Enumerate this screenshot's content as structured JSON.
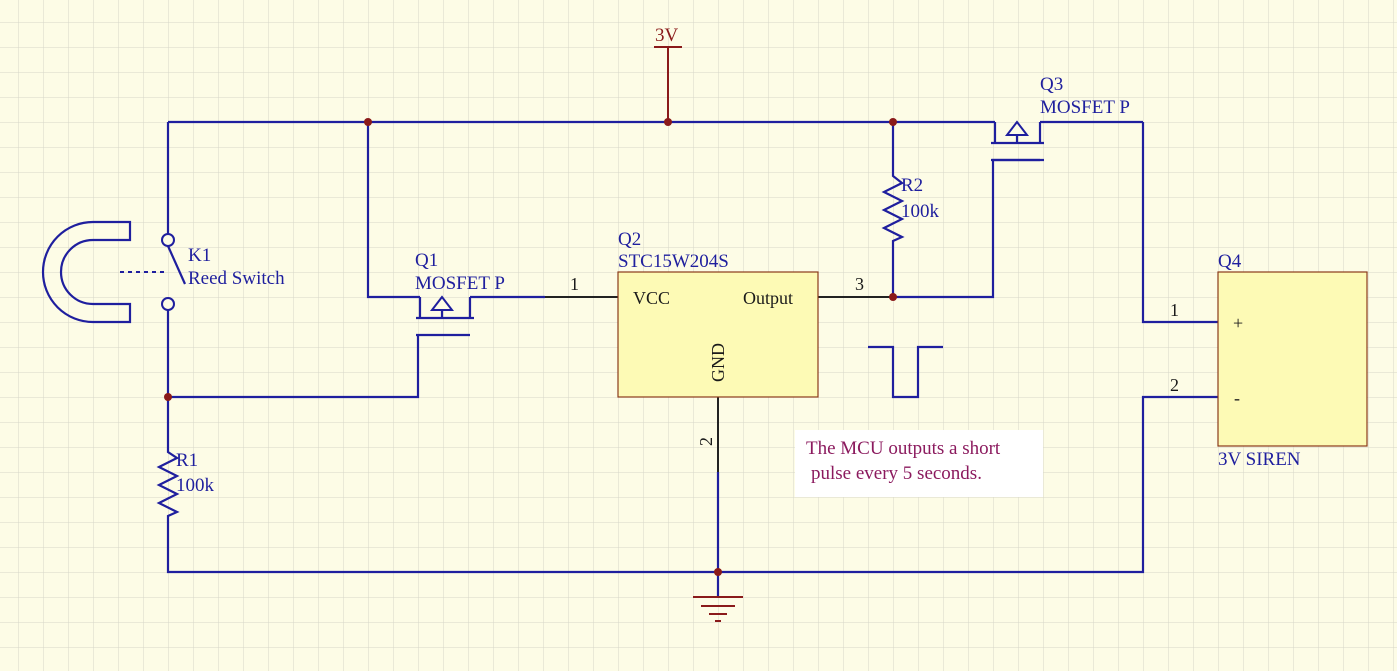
{
  "colors": {
    "background": "#fdfce6",
    "grid": "#d6d6c8",
    "wire": "#1f1f9e",
    "power": "#8a1a1a",
    "ic_body": "#fdfab5",
    "note_text": "#8b1a5e"
  },
  "power": {
    "label": "3V"
  },
  "k1": {
    "ref": "K1",
    "desc": "Reed Switch"
  },
  "magnet": {
    "icon": "horseshoe-magnet-icon"
  },
  "q1": {
    "ref": "Q1",
    "desc": "MOSFET P"
  },
  "q2": {
    "ref": "Q2",
    "desc": "STC15W204S",
    "pin_vcc": "VCC",
    "pin_output": "Output",
    "pin_gnd": "GND",
    "pin1": "1",
    "pin2": "2",
    "pin3": "3"
  },
  "q3": {
    "ref": "Q3",
    "desc": "MOSFET P"
  },
  "r1": {
    "ref": "R1",
    "value": "100k"
  },
  "r2": {
    "ref": "R2",
    "value": "100k"
  },
  "q4": {
    "ref": "Q4",
    "desc": "3V SIREN",
    "pin1": "1",
    "pin2": "2",
    "plus": "+",
    "minus": "-"
  },
  "pulse": {
    "icon": "pulse-waveform-icon"
  },
  "note": {
    "line1": "The MCU outputs a short",
    "line2": "pulse every 5 seconds."
  }
}
